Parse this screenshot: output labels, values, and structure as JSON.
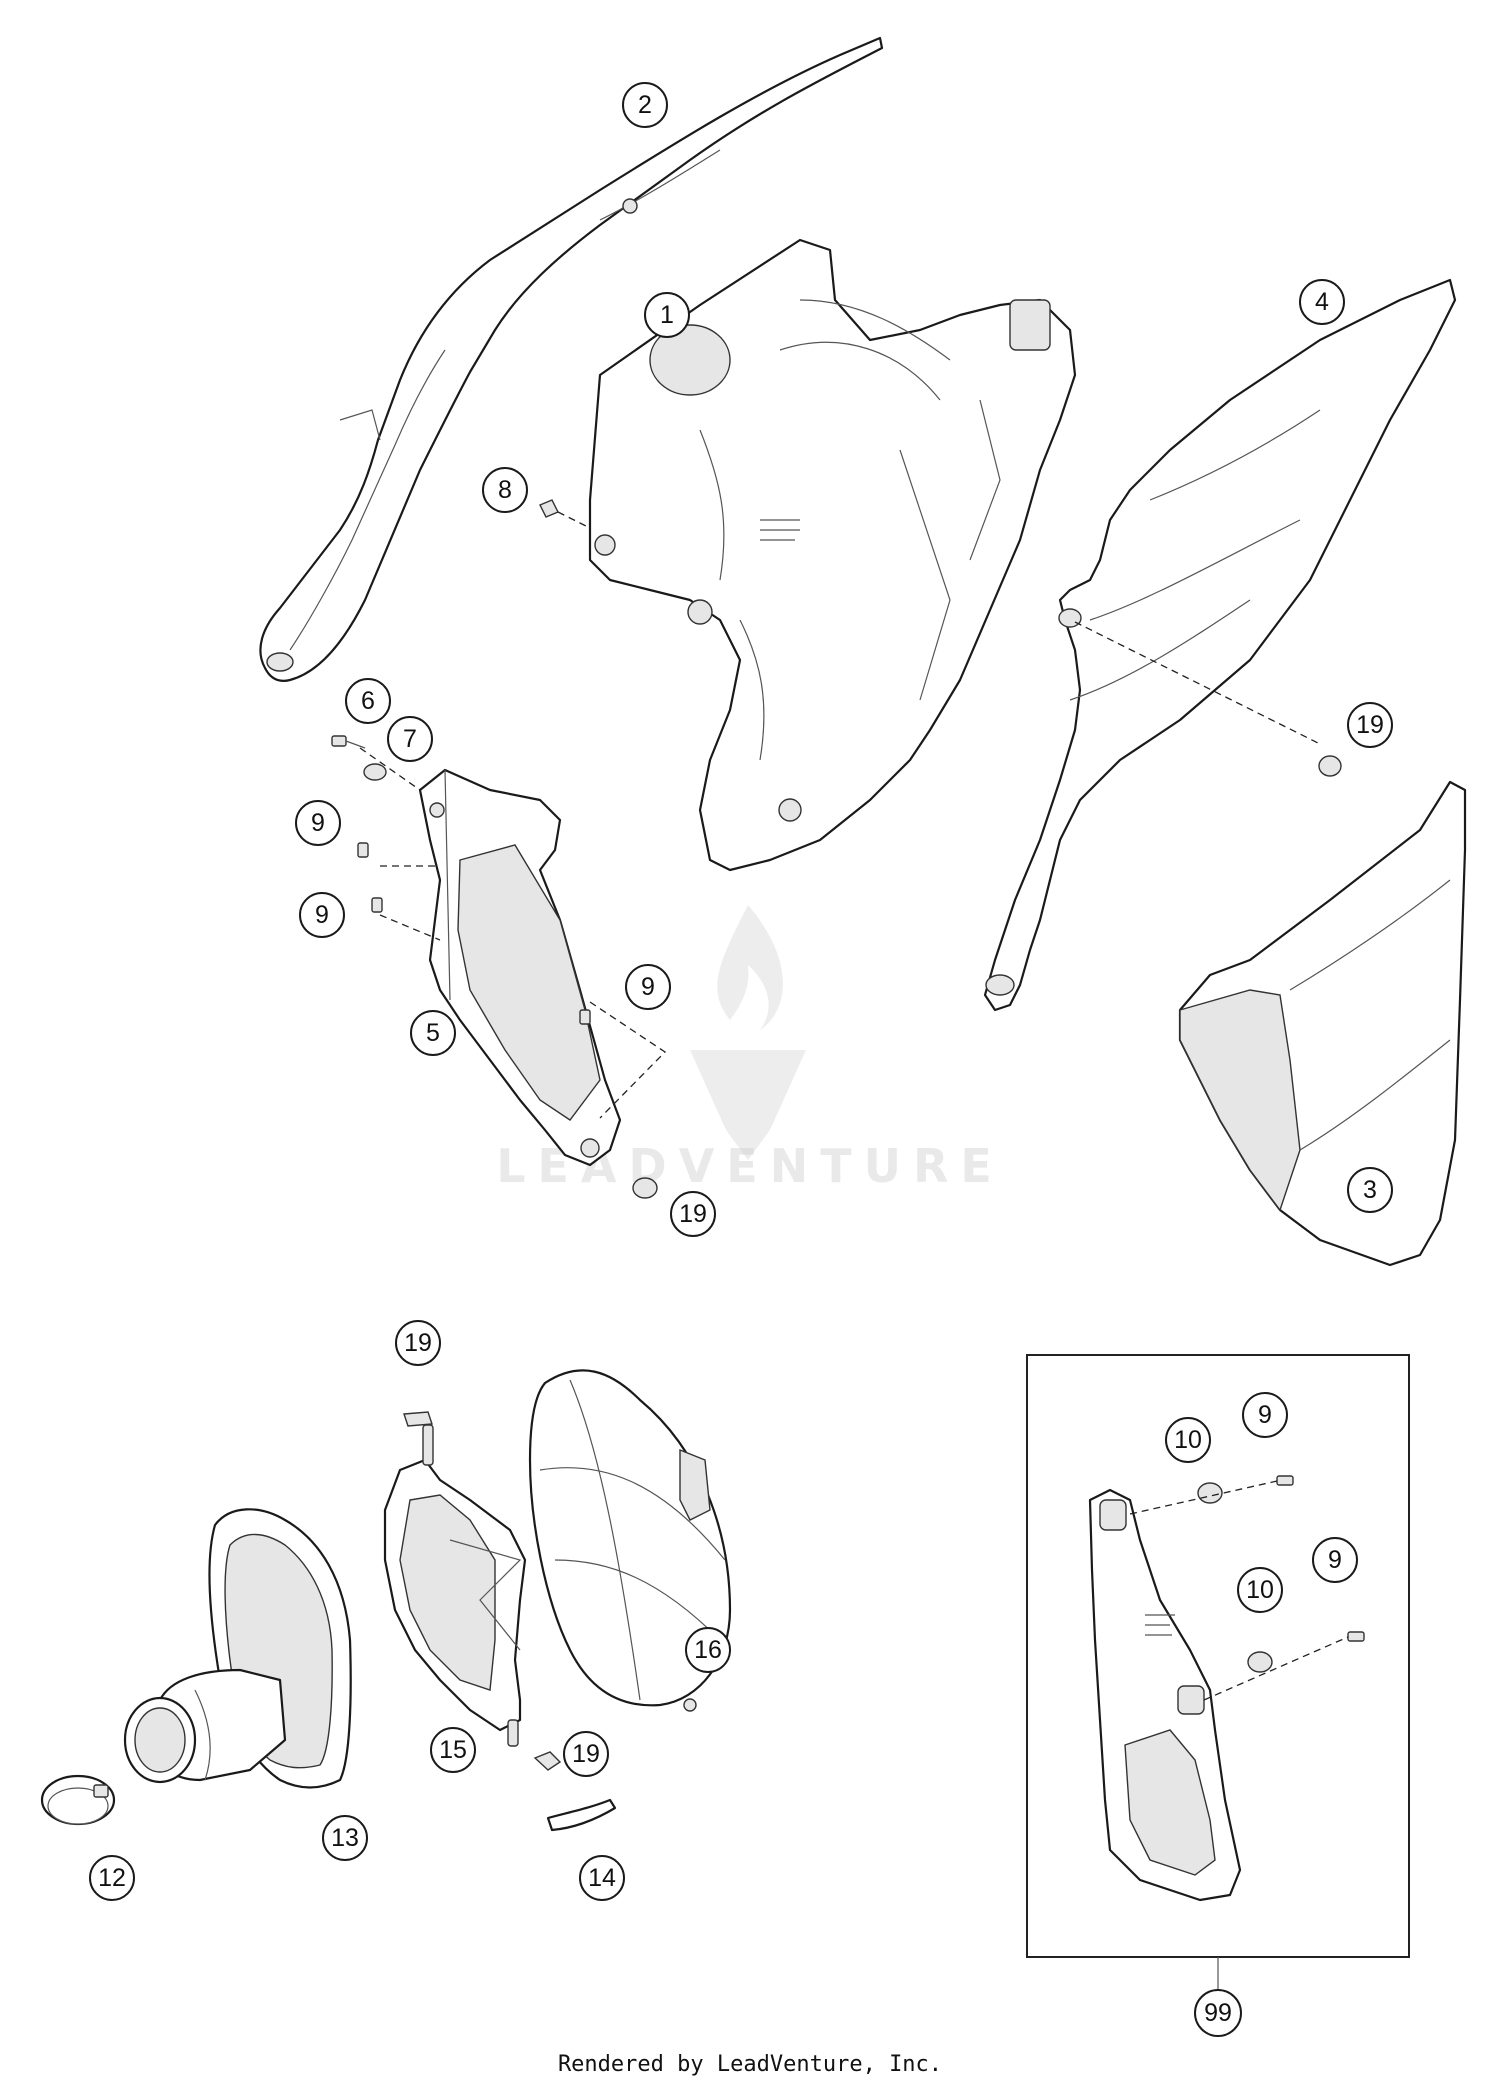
{
  "callouts": [
    {
      "id": "c1",
      "label": "1"
    },
    {
      "id": "c2",
      "label": "2"
    },
    {
      "id": "c3",
      "label": "3"
    },
    {
      "id": "c4",
      "label": "4"
    },
    {
      "id": "c5",
      "label": "5"
    },
    {
      "id": "c6",
      "label": "6"
    },
    {
      "id": "c7",
      "label": "7"
    },
    {
      "id": "c8",
      "label": "8"
    },
    {
      "id": "c9a",
      "label": "9"
    },
    {
      "id": "c9b",
      "label": "9"
    },
    {
      "id": "c9c",
      "label": "9"
    },
    {
      "id": "c19a",
      "label": "19"
    },
    {
      "id": "c19b",
      "label": "19"
    },
    {
      "id": "c19c",
      "label": "19"
    },
    {
      "id": "c19d",
      "label": "19"
    },
    {
      "id": "c12",
      "label": "12"
    },
    {
      "id": "c13",
      "label": "13"
    },
    {
      "id": "c14",
      "label": "14"
    },
    {
      "id": "c15",
      "label": "15"
    },
    {
      "id": "c16",
      "label": "16"
    },
    {
      "id": "c10a",
      "label": "10"
    },
    {
      "id": "c10b",
      "label": "10"
    },
    {
      "id": "c9d",
      "label": "9"
    },
    {
      "id": "c9e",
      "label": "9"
    },
    {
      "id": "c99",
      "label": "99"
    }
  ],
  "watermark": "LEADVENTURE",
  "footer": {
    "credit": "Rendered by LeadVenture, Inc."
  },
  "colors": {
    "line": "#1a1a1a",
    "background": "#ffffff",
    "watermark": "#cfcfcf"
  }
}
